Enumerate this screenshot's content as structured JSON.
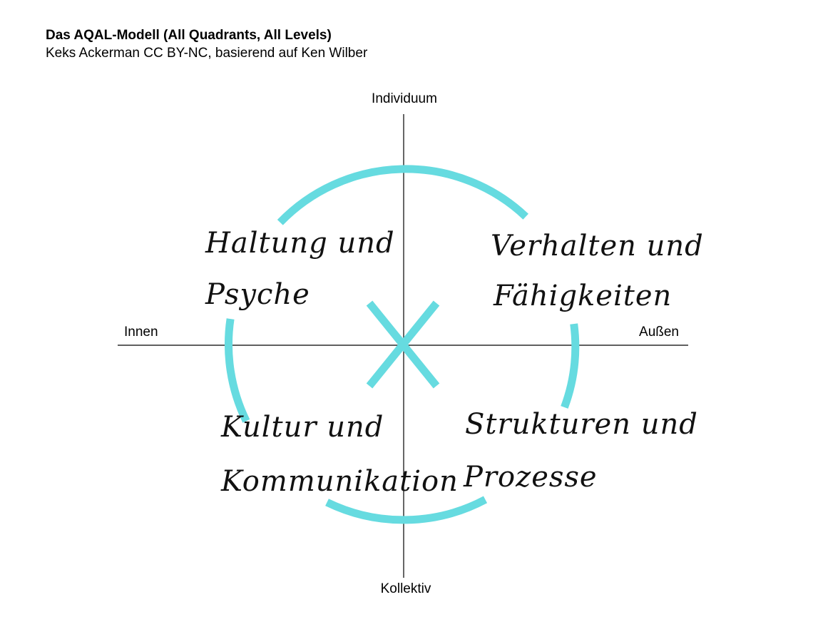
{
  "header": {
    "title": "Das AQAL-Modell (All Quadrants, All Levels)",
    "subtitle": "Keks Ackerman CC BY-NC, basierend auf Ken Wilber"
  },
  "axes": {
    "top": "Individuum",
    "bottom": "Kollektiv",
    "left": "Innen",
    "right": "Außen"
  },
  "quadrants": {
    "upper_left": {
      "line1": "Haltung und",
      "line2": "Psyche"
    },
    "upper_right": {
      "line1": "Verhalten und",
      "line2": "Fähigkeiten"
    },
    "lower_left": {
      "line1": "Kultur und",
      "line2": "Kommunikation"
    },
    "lower_right": {
      "line1": "Strukturen und",
      "line2": "Prozesse"
    }
  },
  "colors": {
    "accent": "#66dbe0",
    "axis": "#000000"
  }
}
